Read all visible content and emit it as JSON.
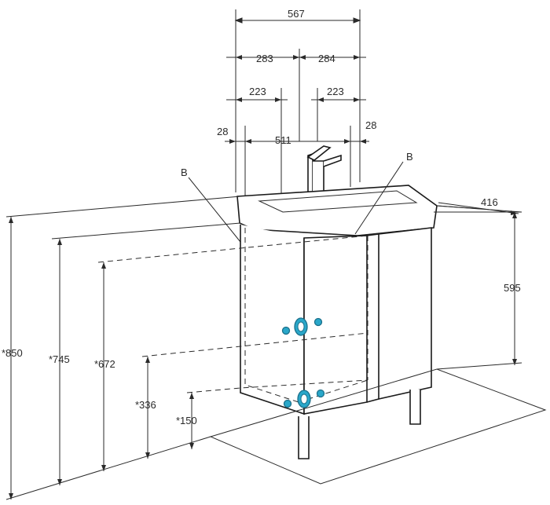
{
  "dimensions": {
    "width_total": "567",
    "left_half": "283",
    "right_half": "284",
    "left_offset": "223",
    "right_offset": "223",
    "edge_left": "28",
    "edge_right": "28",
    "inner_width": "511",
    "depth": "416",
    "cabinet_height": "595",
    "height_850": "*850",
    "height_745": "*745",
    "height_672": "*672",
    "height_336": "*336",
    "height_150": "*150"
  },
  "labels": {
    "point_b_left": "B",
    "point_b_right": "B"
  },
  "colors": {
    "line": "#2a2a2a",
    "connector": "#2aa7c9"
  }
}
